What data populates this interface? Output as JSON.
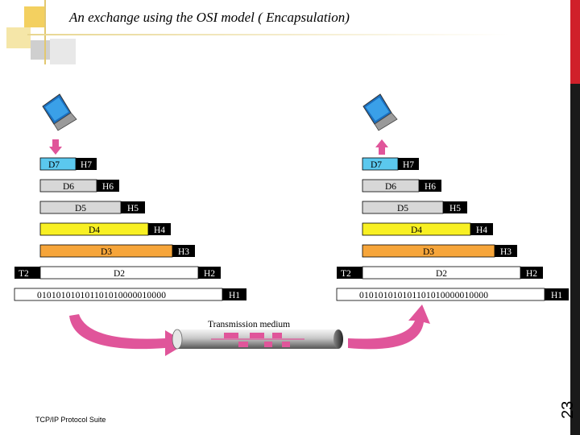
{
  "title": "An exchange using the OSI model ( Encapsulation)",
  "footer": "TCP/IP Protocol Suite",
  "slide_number": "23",
  "medium_label": "Transmission medium",
  "layers": [
    {
      "data": "D7",
      "header": "H7",
      "color": "#5bc8ee"
    },
    {
      "data": "D6",
      "header": "H6",
      "color": "#d7d7d7"
    },
    {
      "data": "D5",
      "header": "H5",
      "color": "#d7d7d7"
    },
    {
      "data": "D4",
      "header": "H4",
      "color": "#f8f023"
    },
    {
      "data": "D3",
      "header": "H3",
      "color": "#f6a53a"
    },
    {
      "data": "D2",
      "header": "H2",
      "trailer": "T2",
      "color": "#ffffff"
    }
  ],
  "physical": {
    "bits": "010101010101101010000010000",
    "header": "H1"
  },
  "colors": {
    "arrow": "#e0559a",
    "accent_bar": "#d0202a"
  }
}
